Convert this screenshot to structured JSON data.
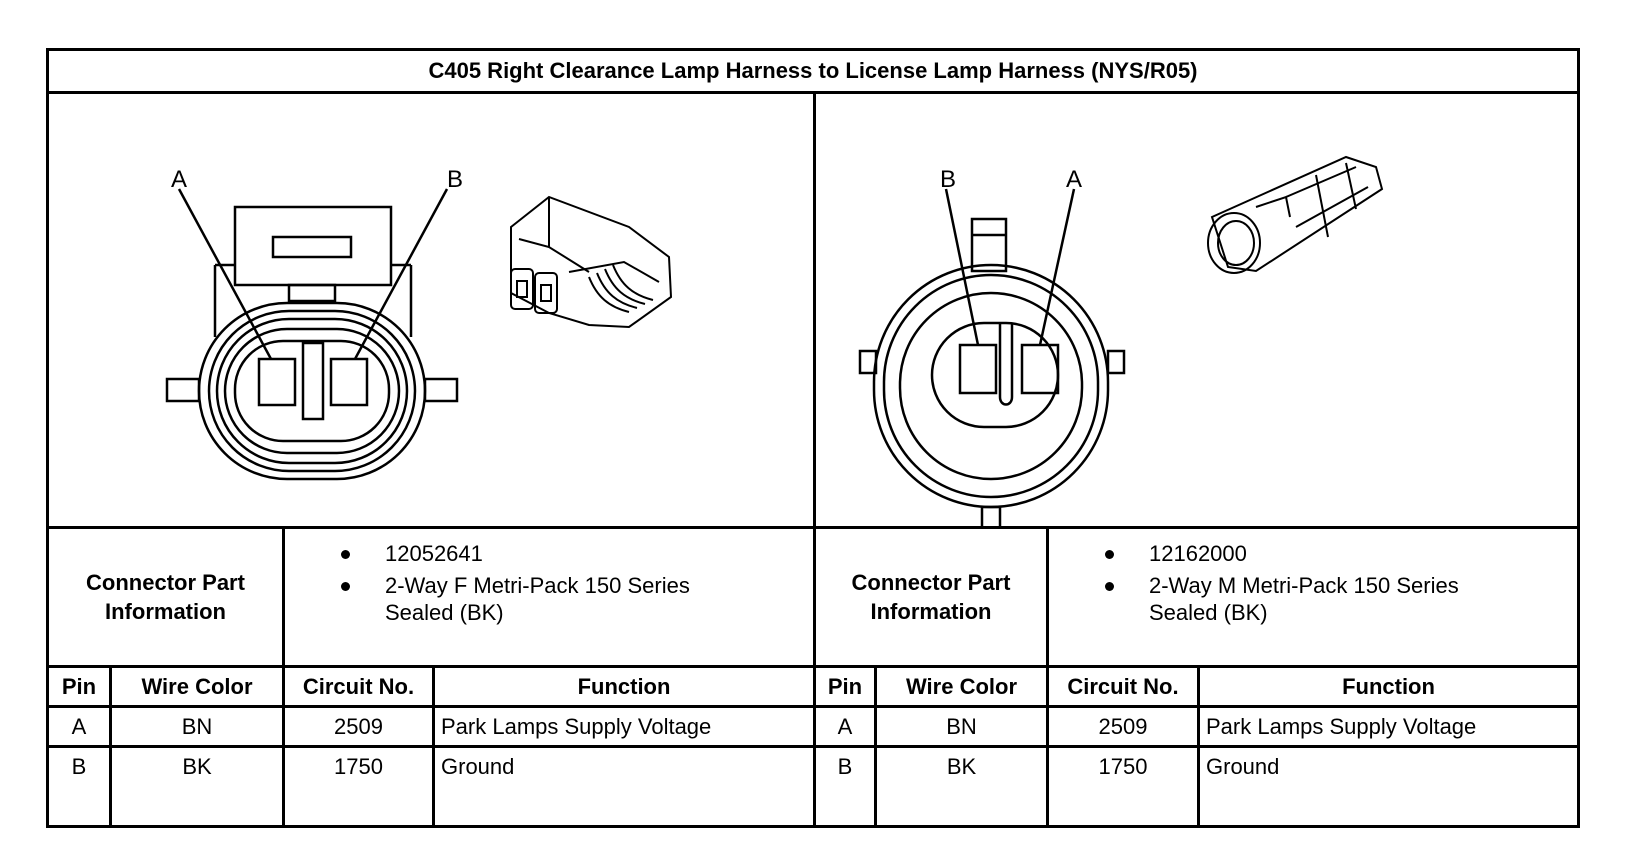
{
  "title": "C405 Right Clearance Lamp Harness to License Lamp Harness (NYS/R05)",
  "left": {
    "pin_labels": [
      "A",
      "B"
    ],
    "info_label_line1": "Connector Part",
    "info_label_line2": "Information",
    "part_number": "12052641",
    "description_line1": "2-Way F Metri-Pack 150 Series",
    "description_line2": "Sealed (BK)",
    "headers": [
      "Pin",
      "Wire Color",
      "Circuit No.",
      "Function"
    ],
    "rows": [
      [
        "A",
        "BN",
        "2509",
        "Park Lamps Supply Voltage"
      ],
      [
        "B",
        "BK",
        "1750",
        "Ground"
      ]
    ]
  },
  "right": {
    "pin_labels": [
      "B",
      "A"
    ],
    "info_label_line1": "Connector Part",
    "info_label_line2": "Information",
    "part_number": "12162000",
    "description_line1": "2-Way M Metri-Pack 150 Series",
    "description_line2": "Sealed (BK)",
    "headers": [
      "Pin",
      "Wire Color",
      "Circuit No.",
      "Function"
    ],
    "rows": [
      [
        "A",
        "BN",
        "2509",
        "Park Lamps Supply Voltage"
      ],
      [
        "B",
        "BK",
        "1750",
        "Ground"
      ]
    ]
  }
}
